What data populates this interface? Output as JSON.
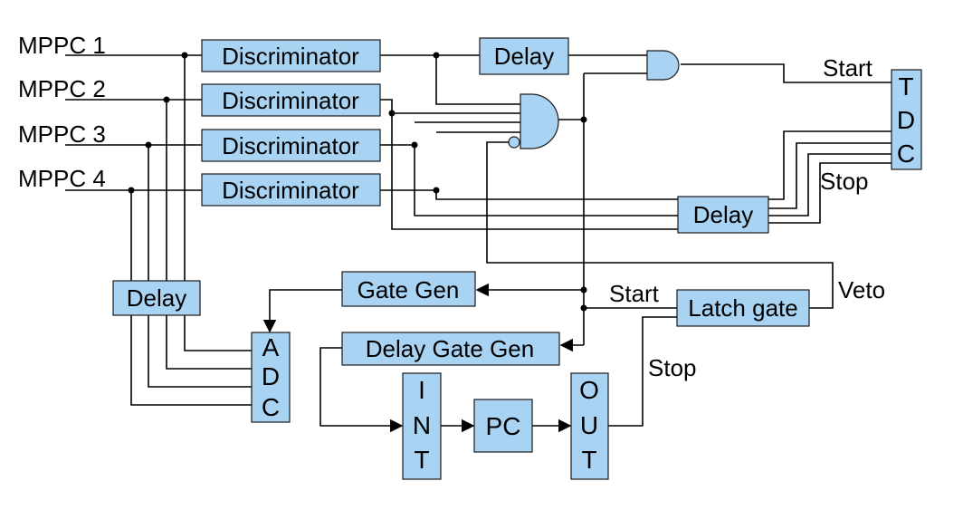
{
  "inputs": [
    "MPPC 1",
    "MPPC 2",
    "MPPC 3",
    "MPPC 4"
  ],
  "blocks": {
    "discriminator": "Discriminator",
    "delay": "Delay",
    "tdc": [
      "T",
      "D",
      "C"
    ],
    "adc": [
      "A",
      "D",
      "C"
    ],
    "gate_gen": "Gate Gen",
    "delay_gate_gen": "Delay Gate Gen",
    "latch_gate": "Latch gate",
    "int": [
      "I",
      "N",
      "T"
    ],
    "pc": "PC",
    "out": [
      "O",
      "U",
      "T"
    ]
  },
  "labels": {
    "tdc_start": "Start",
    "tdc_stop": "Stop",
    "latch_start": "Start",
    "latch_stop": "Stop",
    "veto": "Veto"
  }
}
